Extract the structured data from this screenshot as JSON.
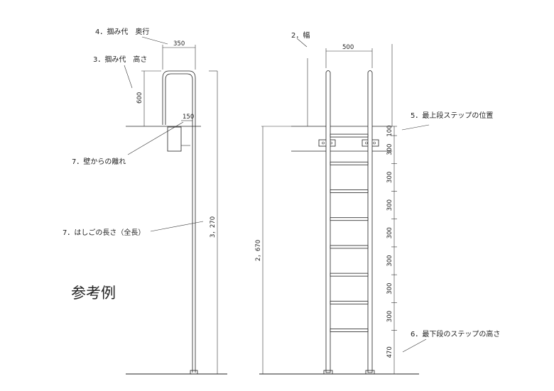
{
  "labels": {
    "l1": "4．掴み代　奥行",
    "l2": "3．掴み代　高さ",
    "l3": "7．壁からの離れ",
    "l4": "7．はしごの長さ（全長）",
    "l5": "2．幅",
    "l6": "5．最上段ステップの位置",
    "l7": "6．最下段のステップの高さ"
  },
  "reference": "参考例",
  "dimensions": {
    "grip_depth": "350",
    "grip_height": "600",
    "wall_offset": "150",
    "total_length": "3，270",
    "width": "500",
    "floor_height": "2，670",
    "steps": [
      "100",
      "300",
      "300",
      "300",
      "300",
      "300",
      "300",
      "300",
      "470"
    ]
  }
}
